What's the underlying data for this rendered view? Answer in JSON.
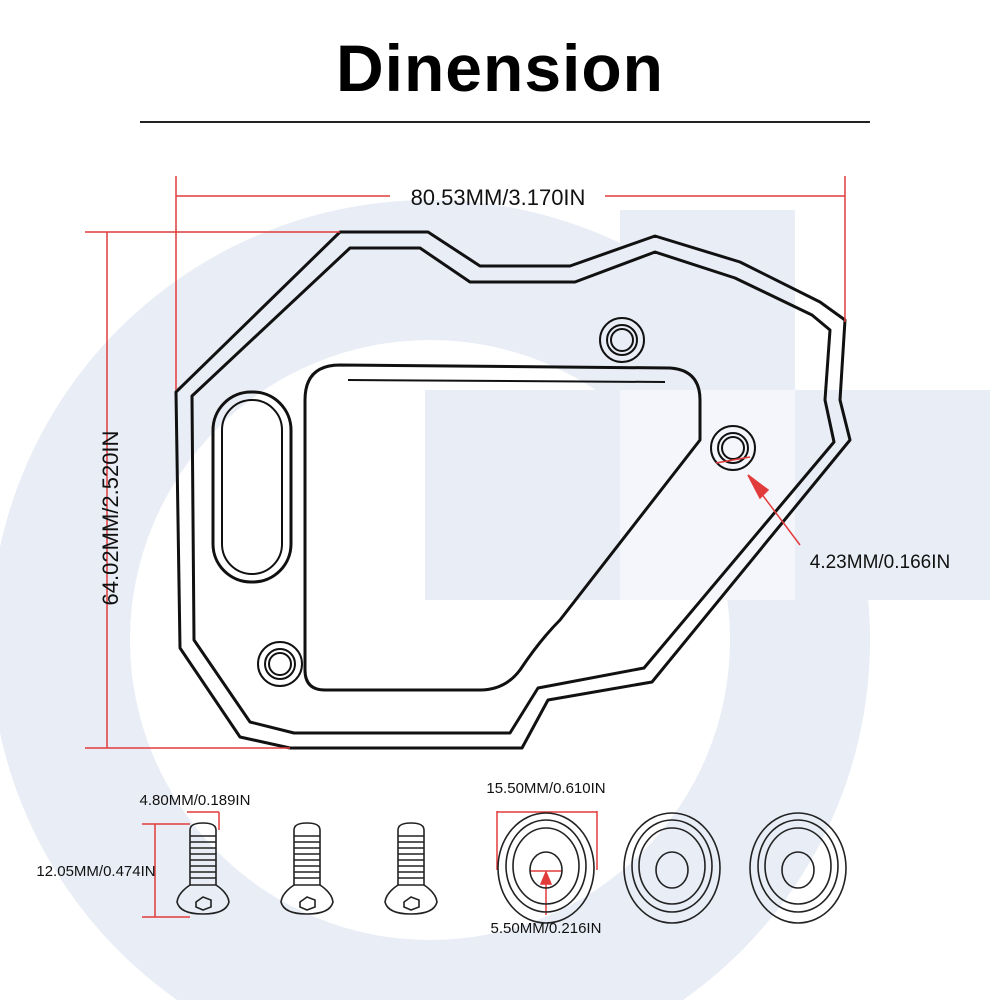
{
  "title": "Dinension",
  "dimensions": {
    "width": "80.53MM/3.170IN",
    "height": "64.02MM/2.520IN",
    "hole": "4.23MM/0.166IN",
    "screw_diameter": "4.80MM/0.189IN",
    "screw_length": "12.05MM/0.474IN",
    "washer_outer": "15.50MM/0.610IN",
    "washer_inner": "5.50MM/0.216IN"
  },
  "colors": {
    "dimension_line": "#e23b3b",
    "watermark": "#e9edf6",
    "outline": "#111111"
  }
}
